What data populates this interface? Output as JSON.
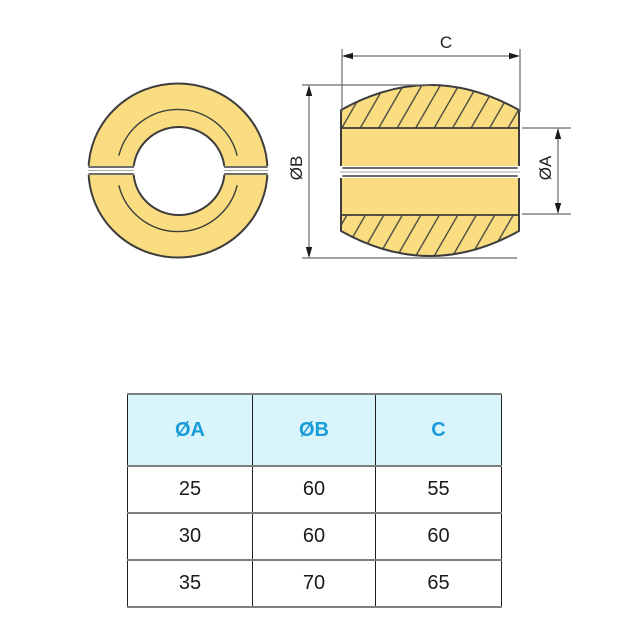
{
  "drawing": {
    "dim_c_label": "C",
    "dim_b_label": "ØB",
    "dim_a_label": "ØA"
  },
  "table": {
    "headers": [
      "ØA",
      "ØB",
      "C"
    ],
    "rows": [
      [
        "25",
        "60",
        "55"
      ],
      [
        "30",
        "60",
        "60"
      ],
      [
        "35",
        "70",
        "65"
      ]
    ]
  },
  "colors": {
    "part_fill": "#FBDD81",
    "part_outline": "#3D3D3D",
    "dim_line": "#6A6A6A",
    "arrow": "#1A1A1A",
    "split_line": "#A6A6A6",
    "table_header_bg": "#D9F5FB",
    "table_header_text": "#199CD8",
    "table_grid_horizontal": "#7F7F7F",
    "table_grid_vertical": "#1F1F1F"
  }
}
